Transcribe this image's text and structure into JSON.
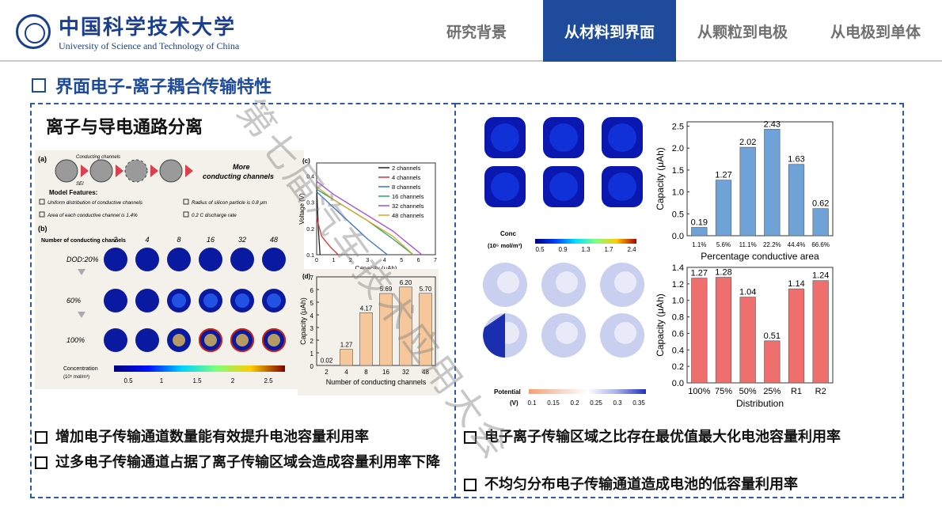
{
  "header": {
    "logo_cn": "中国科学技术大学",
    "logo_en": "University of Science and Technology of China",
    "tabs": [
      {
        "label": "研究背景",
        "active": false
      },
      {
        "label": "从材料到界面",
        "active": true
      },
      {
        "label": "从颗粒到电极",
        "active": false
      },
      {
        "label": "从电极到单体",
        "active": false
      }
    ]
  },
  "section_title": "界面电子-离子耦合传输特性",
  "left": {
    "subheading": "离子与导电通路分离",
    "fig": {
      "a_label": "(a)",
      "a_conducting": "Conducting channels",
      "a_sei": "SEI",
      "a_more": "More",
      "a_more2": "conducting channels",
      "model_features": "Model Features:",
      "features": [
        "Uniform distribution of conductive channels",
        "Radius of silicon particle is 0.8 μm",
        "Area of each conductive channel is 1.4%",
        "0.2 C discharge rate"
      ],
      "b_label": "(b)",
      "num_channels_label": "Number of conducting channels",
      "columns": [
        "2",
        "4",
        "8",
        "16",
        "32",
        "48"
      ],
      "rows": [
        "DOD:20%",
        "60%",
        "100%"
      ],
      "conc_label": "Concentration",
      "conc_unit": "(10⁵ mol/m³)",
      "conc_ticks": [
        "0.5",
        "1",
        "1.5",
        "2",
        "2.5"
      ]
    },
    "chart_c": {
      "label": "(c)",
      "xlabel": "Capacity (μAh)",
      "ylabel": "Voltage (V)",
      "yticks": [
        "0.1",
        "0.2",
        "0.3",
        "0.4"
      ],
      "xticks": [
        "0",
        "1",
        "2",
        "3",
        "4",
        "5",
        "6",
        "7"
      ],
      "legend": [
        "2 channels",
        "4 channels",
        "8 channels",
        "16 channels",
        "32 channels",
        "48 channels"
      ]
    },
    "bullets": [
      "增加电子传输通道数量能有效提升电池容量利用率",
      "过多电子传输通道占据了离子传输区域会造成容量利用率下降"
    ]
  },
  "right": {
    "conc_label": "Conc",
    "conc_unit": "(10⁵ mol/m³)",
    "conc_ticks": [
      "0.5",
      "0.9",
      "1.3",
      "1.7",
      "2.4"
    ],
    "pot_label": "Potential",
    "pot_unit": "(V)",
    "pot_ticks": [
      "0.1",
      "0.15",
      "0.2",
      "0.25",
      "0.3",
      "0.35"
    ],
    "bullets": [
      "电子离子传输区域之比存在最优值最大化电池容量利用率",
      "不均匀分布电子传输通道造成电池的低容量利用率"
    ]
  },
  "watermark": "第七届汽车技术应用大会",
  "chart_data": [
    {
      "type": "line",
      "label": "(c)",
      "xlabel": "Capacity (μAh)",
      "ylabel": "Voltage (V)",
      "xlim": [
        0,
        7
      ],
      "ylim": [
        0.1,
        0.45
      ],
      "series": [
        {
          "name": "2 channels",
          "color": "#222222",
          "x": [
            0,
            0.1,
            0.2
          ],
          "y": [
            0.36,
            0.2,
            0.1
          ]
        },
        {
          "name": "4 channels",
          "color": "#e03030",
          "x": [
            0,
            0.3,
            0.8,
            1.27
          ],
          "y": [
            0.24,
            0.17,
            0.13,
            0.1
          ]
        },
        {
          "name": "8 channels",
          "color": "#3a6fd0",
          "x": [
            0,
            1,
            2,
            3,
            4.17
          ],
          "y": [
            0.34,
            0.28,
            0.22,
            0.16,
            0.1
          ]
        },
        {
          "name": "16 channels",
          "color": "#2aa36a",
          "x": [
            0,
            1,
            2,
            3,
            4.5,
            5.69
          ],
          "y": [
            0.35,
            0.31,
            0.27,
            0.23,
            0.16,
            0.1
          ]
        },
        {
          "name": "32 channels",
          "color": "#a64bd6",
          "x": [
            0,
            1,
            2,
            3,
            4.5,
            6.2
          ],
          "y": [
            0.38,
            0.33,
            0.29,
            0.25,
            0.19,
            0.1
          ]
        },
        {
          "name": "48 channels",
          "color": "#d8a528",
          "x": [
            0,
            1,
            2,
            3,
            4.5,
            5.7
          ],
          "y": [
            0.36,
            0.31,
            0.27,
            0.23,
            0.17,
            0.1
          ]
        }
      ]
    },
    {
      "type": "bar",
      "label": "(d)",
      "xlabel": "Number of conducting channels",
      "ylabel": "Capacity (μAh)",
      "categories": [
        "2",
        "4",
        "8",
        "16",
        "32",
        "48"
      ],
      "values": [
        0.02,
        1.27,
        4.17,
        5.69,
        6.2,
        5.7
      ],
      "value_labels": [
        "0.02",
        "1.27",
        "4.17",
        "5.69",
        "6.20",
        "5.70"
      ],
      "ylim": [
        0,
        7
      ],
      "yticks": [
        "0",
        "1",
        "2",
        "3",
        "4",
        "5",
        "6",
        "7"
      ],
      "color": "#f6c79a"
    },
    {
      "type": "bar",
      "xlabel": "Percentage conductive area",
      "ylabel": "Capacity (μAh)",
      "categories": [
        "1.1%",
        "5.6%",
        "11.1%",
        "22.2%",
        "44.4%",
        "66.6%"
      ],
      "values": [
        0.19,
        1.27,
        2.02,
        2.43,
        1.63,
        0.62
      ],
      "value_labels": [
        "0.19",
        "1.27",
        "2.02",
        "2.43",
        "1.63",
        "0.62"
      ],
      "ylim": [
        0,
        2.6
      ],
      "yticks": [
        "0.0",
        "0.5",
        "1.0",
        "1.5",
        "2.0",
        "2.5"
      ],
      "color": "#6fa3d8"
    },
    {
      "type": "bar",
      "xlabel": "Distribution",
      "ylabel": "Capacity (μAh)",
      "categories": [
        "100%",
        "75%",
        "50%",
        "25%",
        "R1",
        "R2"
      ],
      "values": [
        1.27,
        1.28,
        1.04,
        0.51,
        1.14,
        1.24
      ],
      "value_labels": [
        "1.27",
        "1.28",
        "1.04",
        "0.51",
        "1.14",
        "1.24"
      ],
      "ylim": [
        0,
        1.4
      ],
      "yticks": [
        "0.0",
        "0.2",
        "0.4",
        "0.6",
        "0.8",
        "1.0",
        "1.2",
        "1.4"
      ],
      "color": "#ef6f6f"
    }
  ]
}
